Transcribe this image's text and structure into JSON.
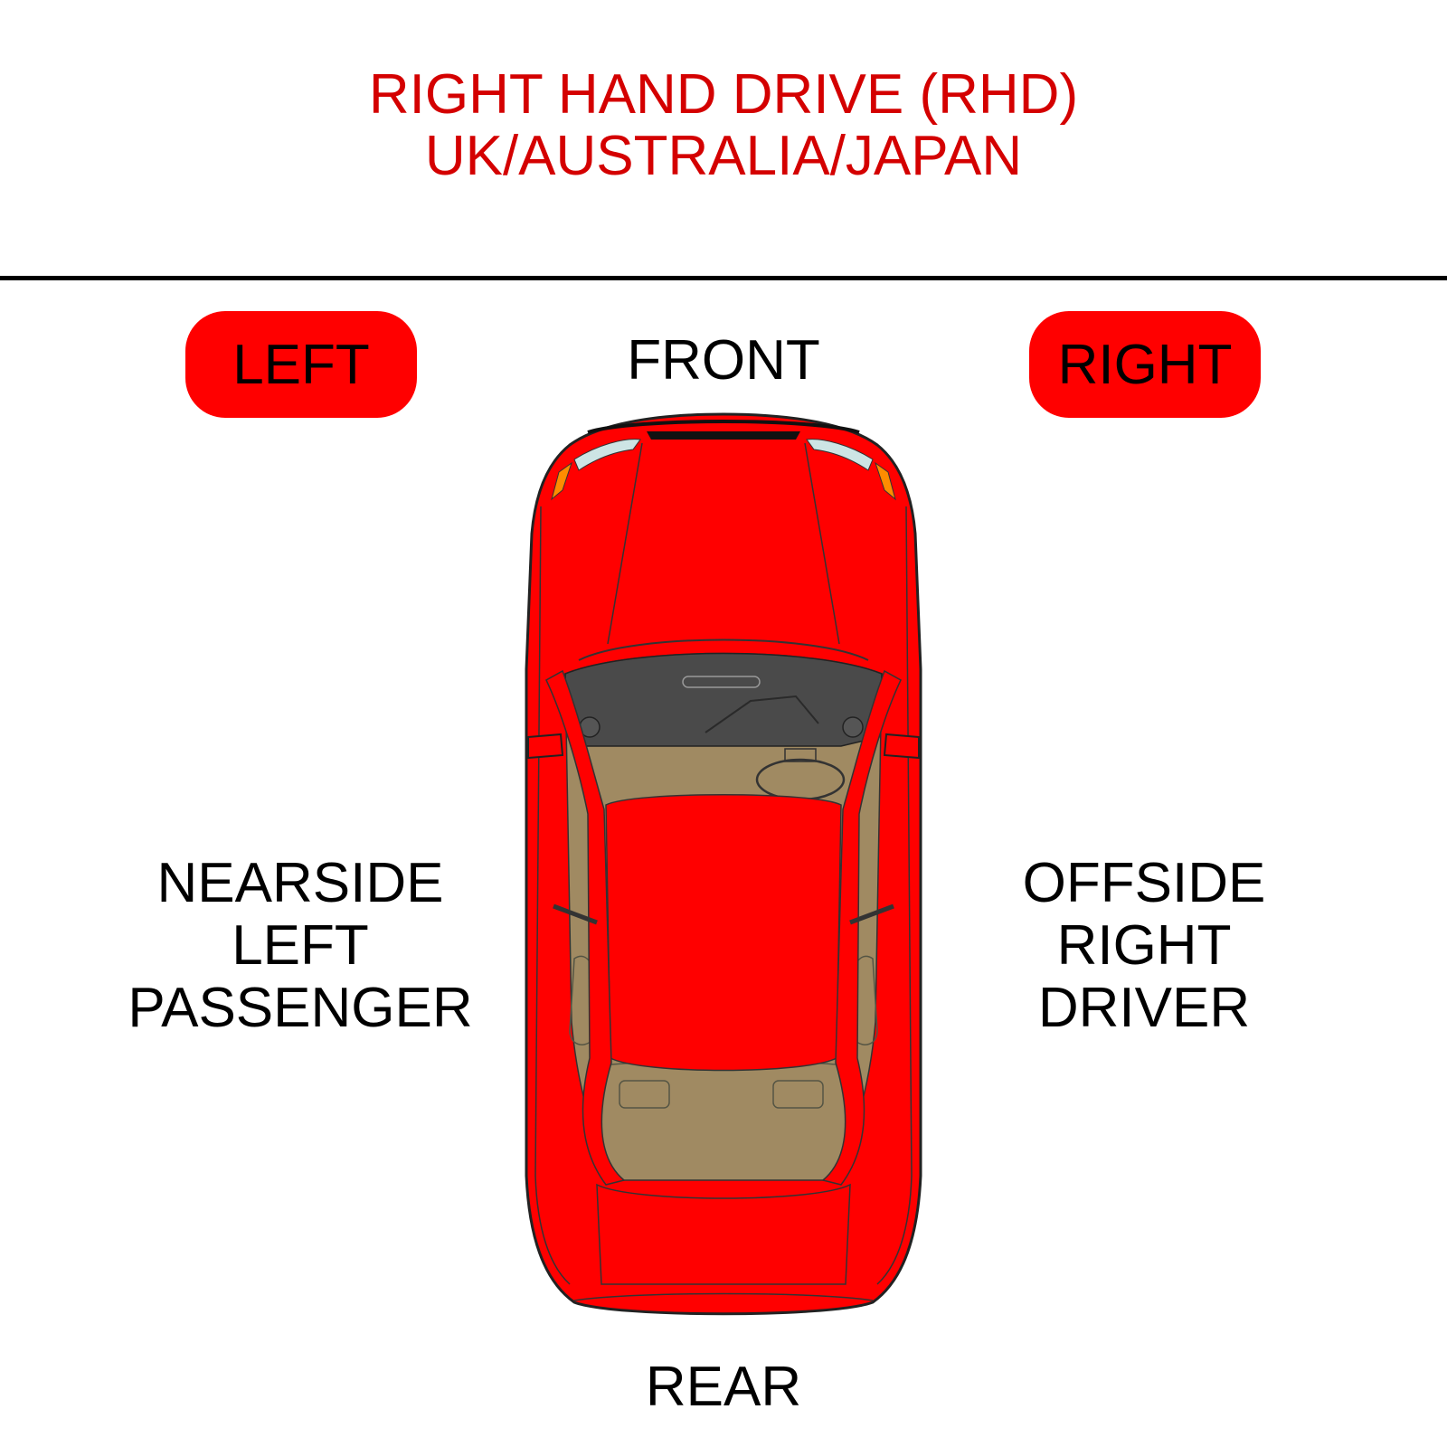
{
  "header": {
    "line1": "RIGHT HAND DRIVE (RHD)",
    "line2": "UK/AUSTRALIA/JAPAN"
  },
  "badges": {
    "left": "LEFT",
    "right": "RIGHT"
  },
  "directions": {
    "front": "FRONT",
    "rear": "REAR"
  },
  "nearside": {
    "line1": "NEARSIDE",
    "line2": "LEFT",
    "line3": "PASSENGER"
  },
  "offside": {
    "line1": "OFFSIDE",
    "line2": "RIGHT",
    "line3": "DRIVER"
  },
  "colors": {
    "title": "#d40000",
    "badge": "#ff0000",
    "car_body": "#ff0000",
    "interior": "#a08a62",
    "dashboard": "#4a4a4a"
  }
}
